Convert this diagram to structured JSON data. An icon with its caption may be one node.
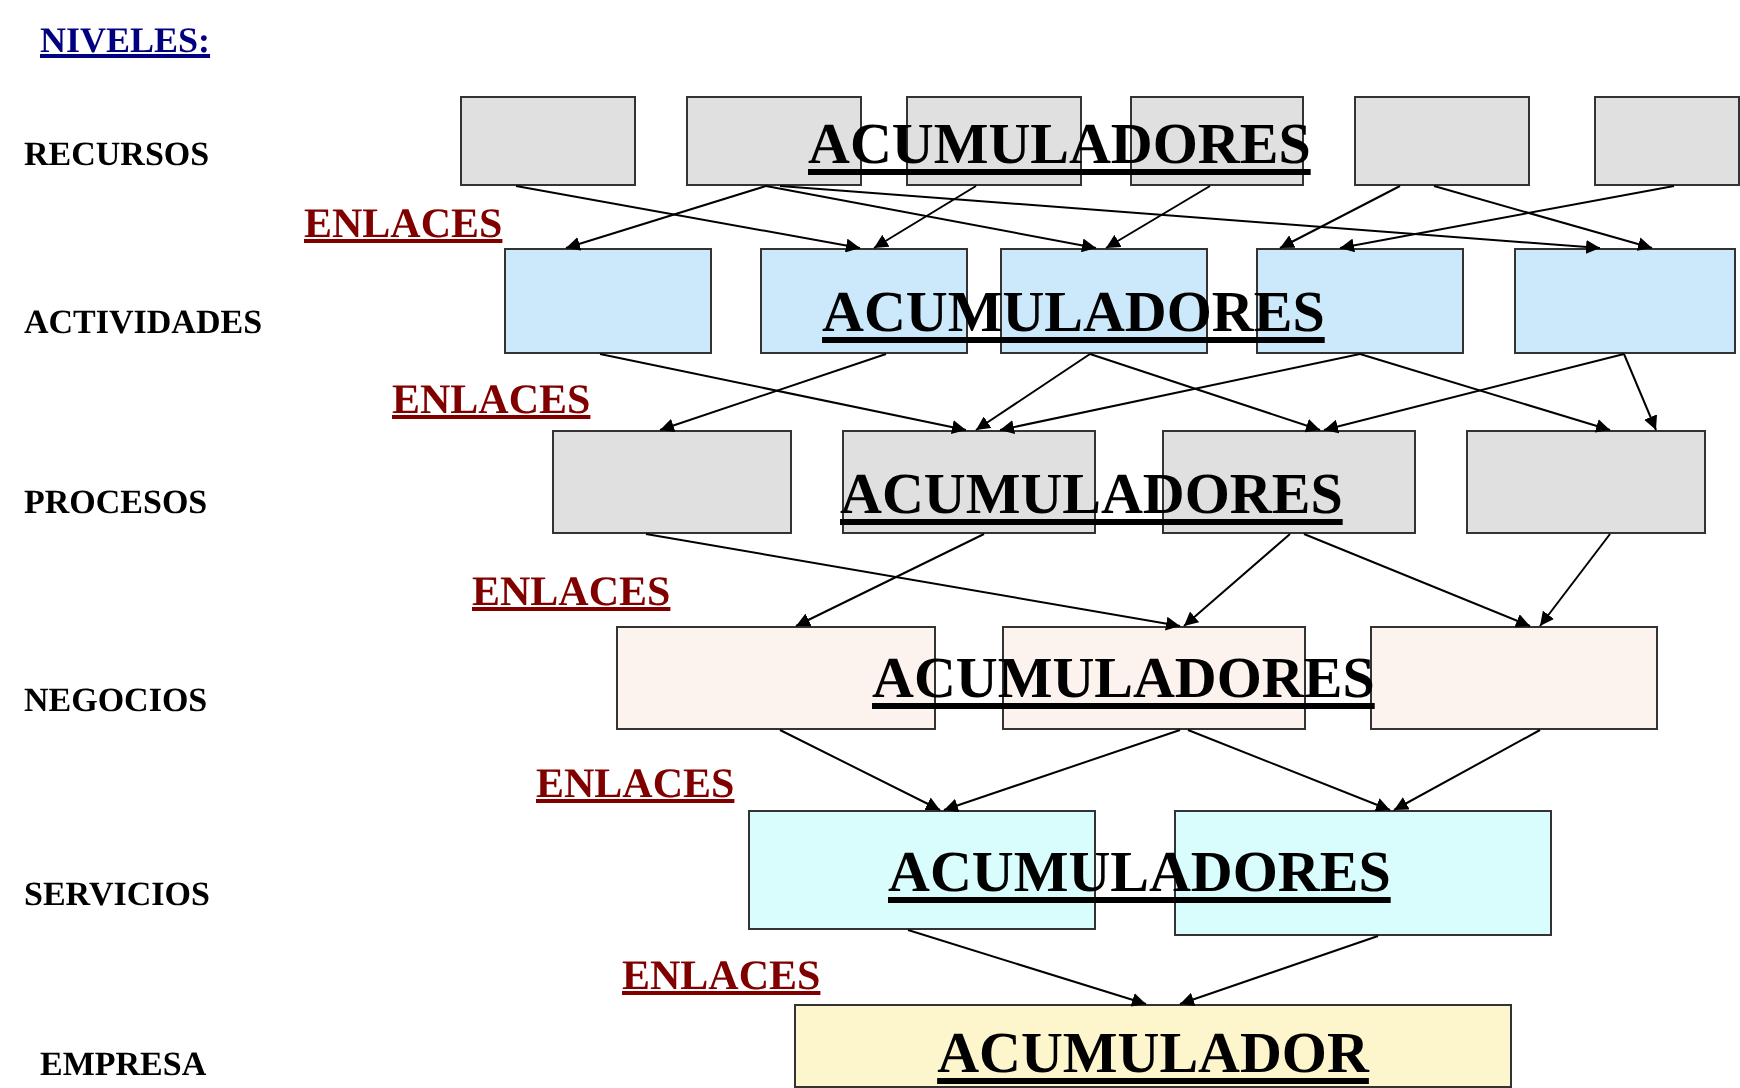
{
  "diagram": {
    "nodes": [
      {
        "text": [],
        "shape": "box"
      },
      {
        "text": [],
        "shape": "box"
      },
      {
        "text": [],
        "shape": "box"
      },
      {
        "text": [],
        "shape": "box"
      },
      {
        "text": [],
        "shape": "box"
      },
      {
        "text": [],
        "shape": "box"
      },
      {
        "text": [],
        "shape": "box"
      },
      {
        "text": [],
        "shape": "box"
      },
      {
        "text": [],
        "shape": "box"
      },
      {
        "text": [],
        "shape": "box"
      },
      {
        "text": [],
        "shape": "box"
      },
      {
        "text": [],
        "shape": "box"
      },
      {
        "text": [],
        "shape": "box"
      },
      {
        "text": [],
        "shape": "box"
      },
      {
        "text": [],
        "shape": "box"
      },
      {
        "text": [],
        "shape": "box"
      },
      {
        "text": [],
        "shape": "box"
      },
      {
        "text": [],
        "shape": "box"
      },
      {
        "text": [],
        "shape": "box"
      },
      {
        "text": [],
        "shape": "box"
      },
      {
        "text": [
          "ACUMULADOR"
        ]
      }
    ],
    "edges": [
      {
        "from": 0,
        "to": 7,
        "arrow": "to"
      },
      {
        "from": 1,
        "to": 6,
        "arrow": "to"
      },
      {
        "from": 1,
        "to": 8,
        "arrow": "to"
      },
      {
        "from": 1,
        "to": 10,
        "arrow": "to"
      },
      {
        "from": 2,
        "to": 7,
        "arrow": "to"
      },
      {
        "from": 3,
        "to": 8,
        "arrow": "to"
      },
      {
        "from": 4,
        "to": 9,
        "arrow": "to"
      },
      {
        "from": 4,
        "to": 10,
        "arrow": "to"
      },
      {
        "from": 5,
        "to": 9,
        "arrow": "to"
      },
      {
        "from": 6,
        "to": 12,
        "arrow": "to"
      },
      {
        "from": 7,
        "to": 11,
        "arrow": "to"
      },
      {
        "from": 8,
        "to": 12,
        "arrow": "to"
      },
      {
        "from": 8,
        "to": 13,
        "arrow": "to"
      },
      {
        "from": 9,
        "to": 12,
        "arrow": "to"
      },
      {
        "from": 9,
        "to": 14,
        "arrow": "to"
      },
      {
        "from": 10,
        "to": 13,
        "arrow": "to"
      },
      {
        "from": 10,
        "to": 14,
        "arrow": "to"
      },
      {
        "from": 11,
        "to": 16,
        "arrow": "to"
      },
      {
        "from": 12,
        "to": 15,
        "arrow": "to"
      },
      {
        "from": 13,
        "to": 16,
        "arrow": "to"
      },
      {
        "from": 13,
        "to": 17,
        "arrow": "to"
      },
      {
        "from": 14,
        "to": 17,
        "arrow": "to"
      },
      {
        "from": 15,
        "to": 18,
        "arrow": "to"
      },
      {
        "from": 16,
        "to": 18,
        "arrow": "to"
      },
      {
        "from": 16,
        "to": 19,
        "arrow": "to"
      },
      {
        "from": 17,
        "to": 19,
        "arrow": "to"
      },
      {
        "from": 18,
        "to": 20,
        "arrow": "to"
      },
      {
        "from": 19,
        "to": 20,
        "arrow": "to"
      }
    ],
    "labels": [
      "NIVELES:",
      "RECURSOS",
      "ACUMULADORES",
      "ENLACES",
      "ACTIVIDADES",
      "ACUMULADORES",
      "ENLACES",
      "PROCESOS",
      "ACUMULADORES",
      "ENLACES",
      "NEGOCIOS",
      "ACUMULADORES",
      "ENLACES",
      "SERVICIOS",
      "ACUMULADORES",
      "ENLACES",
      "EMPRESA"
    ]
  }
}
